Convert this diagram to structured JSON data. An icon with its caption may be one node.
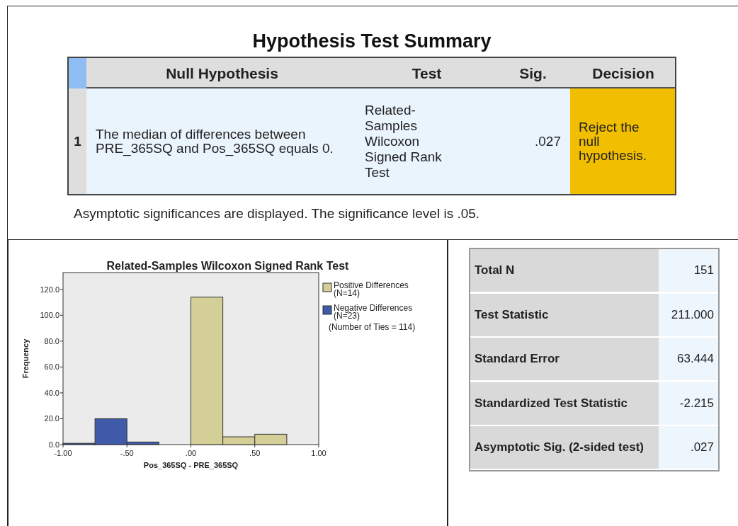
{
  "diagram": {
    "title": "Hypothesis Test Summary",
    "labels": [
      "Null Hypothesis",
      "Test",
      "Sig.",
      "Decision",
      "1",
      "The median of differences between PRE_365SQ and Pos_365SQ equals 0.",
      "Related-Samples Wilcoxon Signed Rank Test",
      ".027",
      "Reject the null hypothesis.",
      "Asymptotic significances are displayed.  The significance level is .05.",
      "(Number of Ties = 114)",
      "Total N",
      "151",
      "Test Statistic",
      "211.000",
      "Standard Error",
      "63.444",
      "Standardized Test Statistic",
      "-2.215",
      "Asymptotic Sig. (2-sided test)",
      ".027"
    ],
    "chart_data": {
      "type": "bar",
      "title": "Related-Samples Wilcoxon Signed Rank Test",
      "xlabel": "Pos_365SQ - PRE_365SQ",
      "ylabel": "Frequency",
      "legend": "right",
      "x": [
        -0.875,
        -0.625,
        -0.375,
        0.125,
        0.375,
        0.625
      ],
      "series": [
        {
          "name": "Positive Differences (N=14)",
          "color": "#d4cf96",
          "values": [
            null,
            null,
            null,
            114,
            6,
            8
          ]
        },
        {
          "name": "Negative Differences (N=23)",
          "color": "#3e5aa8",
          "values": [
            1,
            20,
            2,
            null,
            null,
            null
          ]
        }
      ],
      "xlim": [
        -1,
        1
      ],
      "ylim": [
        0,
        133
      ],
      "xticks": [
        {
          "value": -1,
          "label": "-1.00"
        },
        {
          "value": -0.5,
          "label": "-.50"
        },
        {
          "value": 0,
          "label": ".00"
        },
        {
          "value": 0.5,
          "label": ".50"
        },
        {
          "value": 1,
          "label": "1.00"
        }
      ],
      "yticks": [
        {
          "value": 0,
          "label": "0.0"
        },
        {
          "value": 20,
          "label": "20.0"
        },
        {
          "value": 40,
          "label": "40.0"
        },
        {
          "value": 60,
          "label": "60.0"
        },
        {
          "value": 80,
          "label": "80.0"
        },
        {
          "value": 100,
          "label": "100.0"
        },
        {
          "value": 120,
          "label": "120.0"
        }
      ]
    }
  }
}
